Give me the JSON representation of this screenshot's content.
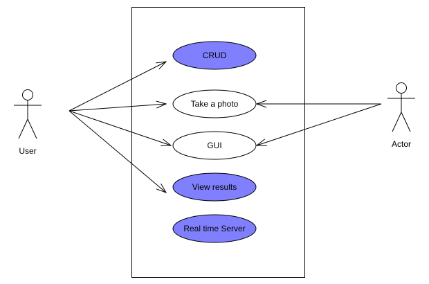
{
  "colors": {
    "highlight_fill": "#8080ff",
    "plain_fill": "#ffffff",
    "stroke": "#000000",
    "background": "#ffffff"
  },
  "actors": {
    "user": {
      "label": "User"
    },
    "actor": {
      "label": "Actor"
    }
  },
  "use_cases": {
    "crud": {
      "label": "CRUD",
      "highlighted": true
    },
    "take_photo": {
      "label": "Take a photo",
      "highlighted": false
    },
    "gui": {
      "label": "GUI",
      "highlighted": false
    },
    "view_results": {
      "label": "View results",
      "highlighted": true
    },
    "realtime_server": {
      "label": "Real time Server",
      "highlighted": true
    }
  }
}
